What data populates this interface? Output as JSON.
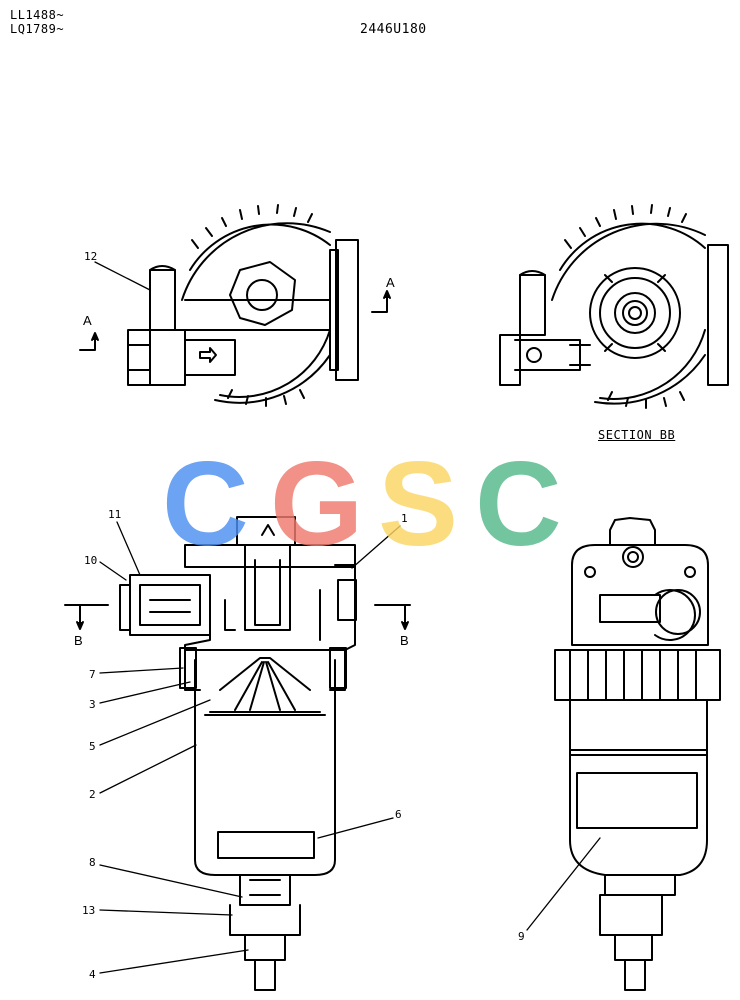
{
  "header": {
    "serial_1": "LL1488~",
    "serial_2": "LQ1789~",
    "drawing_number": "2446U180"
  },
  "section_label": "SECTION BB",
  "section_markers": {
    "a_left": "A",
    "a_right": "A",
    "b_left": "B",
    "b_right": "B"
  },
  "callouts": [
    "1",
    "2",
    "3",
    "4",
    "5",
    "6",
    "7",
    "8",
    "9",
    "10",
    "11",
    "12",
    "13"
  ],
  "watermark": {
    "letters": [
      "C",
      "G",
      "S",
      "C"
    ],
    "colors": [
      "#4d8ff0",
      "#ef7a6e",
      "#fbd665",
      "#55b98a"
    ]
  }
}
